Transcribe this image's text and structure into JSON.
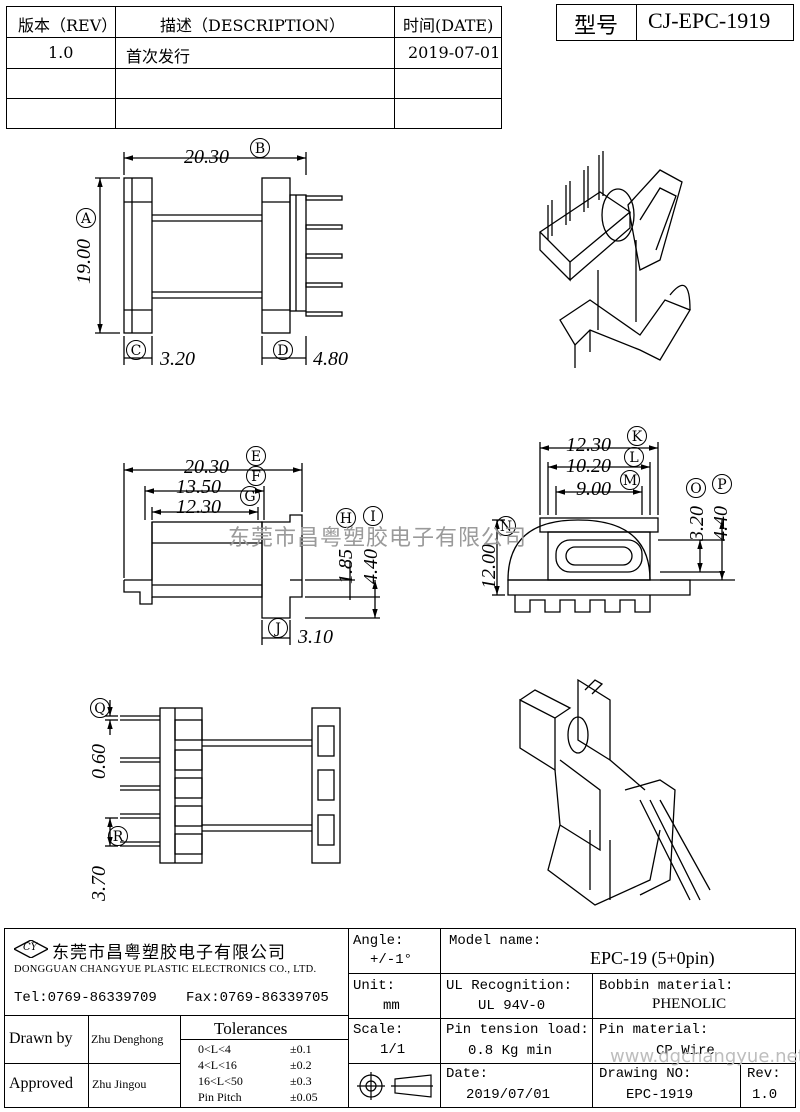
{
  "revision_table": {
    "headers": {
      "rev": "版本（REV）",
      "description": "描述（DESCRIPTION）",
      "date": "时间(DATE)"
    },
    "rows": [
      {
        "rev": "1.0",
        "description": "首次发行",
        "date": "2019-07-01"
      }
    ]
  },
  "model_box": {
    "label": "型号",
    "value": "CJ-EPC-1919"
  },
  "watermark": "东莞市昌粤塑胶电子有限公司",
  "footer_watermark": "www.dgchangyue.net",
  "dimensions": {
    "top_view": {
      "width": "20.30",
      "height": "19.00",
      "left_flange": "3.20",
      "right_flange": "4.80",
      "labels": {
        "a": "A",
        "b": "B",
        "c": "C",
        "d": "D"
      }
    },
    "side_view": {
      "e": "20.30",
      "f": "13.50",
      "g": "12.30",
      "h": "1.85",
      "i": "4.40",
      "j": "3.10",
      "labels": {
        "e": "E",
        "f": "F",
        "g": "G",
        "h": "H",
        "i": "I",
        "j": "J"
      }
    },
    "end_view": {
      "k": "12.30",
      "l": "10.20",
      "m": "9.00",
      "n": "12.00",
      "o": "3.20",
      "p": "4.40",
      "labels": {
        "k": "K",
        "l": "L",
        "m": "M",
        "n": "N",
        "o": "O",
        "p": "P"
      }
    },
    "bottom_view": {
      "pitch": "0.60",
      "r": "3.70",
      "labels": {
        "q": "Q",
        "r": "R"
      }
    }
  },
  "title_block": {
    "company_cn": "东莞市昌粤塑胶电子有限公司",
    "company_en": "DONGGUAN CHANGYUE PLASTIC ELECTRONICS CO., LTD.",
    "logo_text": "CY",
    "tel": "Tel:0769-86339709",
    "fax": "Fax:0769-86339705",
    "angle_label": "Angle:",
    "angle_value": "+/-1°",
    "unit_label": "Unit:",
    "unit_value": "mm",
    "scale_label": "Scale:",
    "scale_value": "1/1",
    "model_name_label": "Model name:",
    "model_name_value": "EPC-19 (5+0pin)",
    "ul_label": "UL Recognition:",
    "ul_value": "UL 94V-0",
    "bobbin_label": "Bobbin material:",
    "bobbin_value": "PHENOLIC",
    "pin_tension_label": "Pin tension load:",
    "pin_tension_value": "0.8 Kg min",
    "pin_material_label": "Pin material:",
    "pin_material_value": "CP Wire",
    "date_label": "Date:",
    "date_value": "2019/07/01",
    "drawing_no_label": "Drawing NO:",
    "drawing_no_value": "EPC-1919",
    "rev_label": "Rev:",
    "rev_value": "1.0",
    "drawn_by_label": "Drawn by",
    "drawn_by_value": "Zhu Denghong",
    "approved_label": "Approved",
    "approved_value": "Zhu  Jingou",
    "tolerances_title": "Tolerances",
    "tolerances": [
      {
        "range": "0<L<4",
        "value": "±0.1"
      },
      {
        "range": "4<L<16",
        "value": "±0.2"
      },
      {
        "range": "16<L<50",
        "value": "±0.3"
      },
      {
        "range": "Pin Pitch",
        "value": "±0.05"
      }
    ]
  }
}
